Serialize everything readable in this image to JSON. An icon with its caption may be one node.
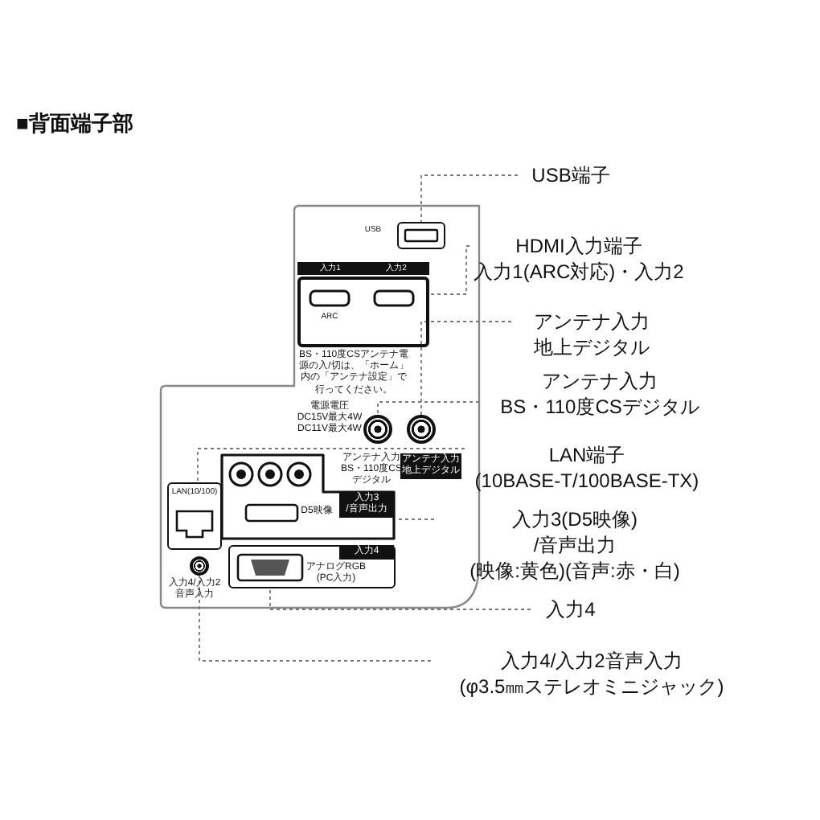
{
  "diagram": {
    "title": "■背面端子部",
    "nodes": [
      {
        "text": [
          "USB端子"
        ]
      },
      {
        "text": [
          "HDMI入力端子入力1(ARC対応)・入力2"
        ]
      },
      {
        "text": [
          "アンテナ入力地上デジタル"
        ]
      },
      {
        "text": [
          "アンテナ入力BS・110度CSデジタル"
        ]
      },
      {
        "text": [
          "LAN端子(10BASE-T/100BASE-TX)"
        ]
      },
      {
        "text": [
          "入力3(D5映像)/音声出力(映像:黄色)(音声:赤・白)"
        ]
      },
      {
        "text": [
          "入力4"
        ]
      },
      {
        "text": [
          "入力4/入力2音声入力(φ3.5㎜ステレオミニジャック)"
        ]
      },
      {
        "text": [],
        "shape": "box"
      },
      {
        "text": [],
        "shape": "box"
      },
      {
        "text": [],
        "shape": "circle"
      },
      {
        "text": [],
        "shape": "circle"
      },
      {
        "text": [],
        "shape": "box"
      },
      {
        "text": [],
        "shape": "box"
      },
      {
        "text": [],
        "shape": "box"
      },
      {
        "text": [],
        "shape": "circle"
      }
    ],
    "edges": [
      {
        "from": 0,
        "to": 8,
        "arrow": "none",
        "style": "dashed"
      },
      {
        "from": 1,
        "to": 9,
        "arrow": "none",
        "style": "dashed"
      },
      {
        "from": 2,
        "to": 10,
        "arrow": "none",
        "style": "dashed"
      },
      {
        "from": 3,
        "to": 11,
        "arrow": "none",
        "style": "dashed"
      },
      {
        "from": 4,
        "to": 12,
        "arrow": "none",
        "style": "dashed"
      },
      {
        "from": 5,
        "to": 13,
        "arrow": "none",
        "style": "dashed"
      },
      {
        "from": 6,
        "to": 14,
        "arrow": "none",
        "style": "dashed"
      },
      {
        "from": 7,
        "to": 15,
        "arrow": "none",
        "style": "dashed"
      }
    ],
    "labels": [
      "USB",
      "入力1",
      "入力2",
      "ARC",
      "BS・110度CSアンテナ電源の入/切は、「ホーム」内の「アンテナ設定」で行ってください。",
      "電源電圧DC15V最大4WDC11V最大4W",
      "アンテナ入力BS・110度CSデジタル",
      "アンテナ入力地上デジタル",
      "LAN(10/100)",
      "D5映像",
      "入力3/音声出力",
      "入力4",
      "アナログRGB(PC入力)",
      "入力4/入力2音声入力"
    ]
  }
}
